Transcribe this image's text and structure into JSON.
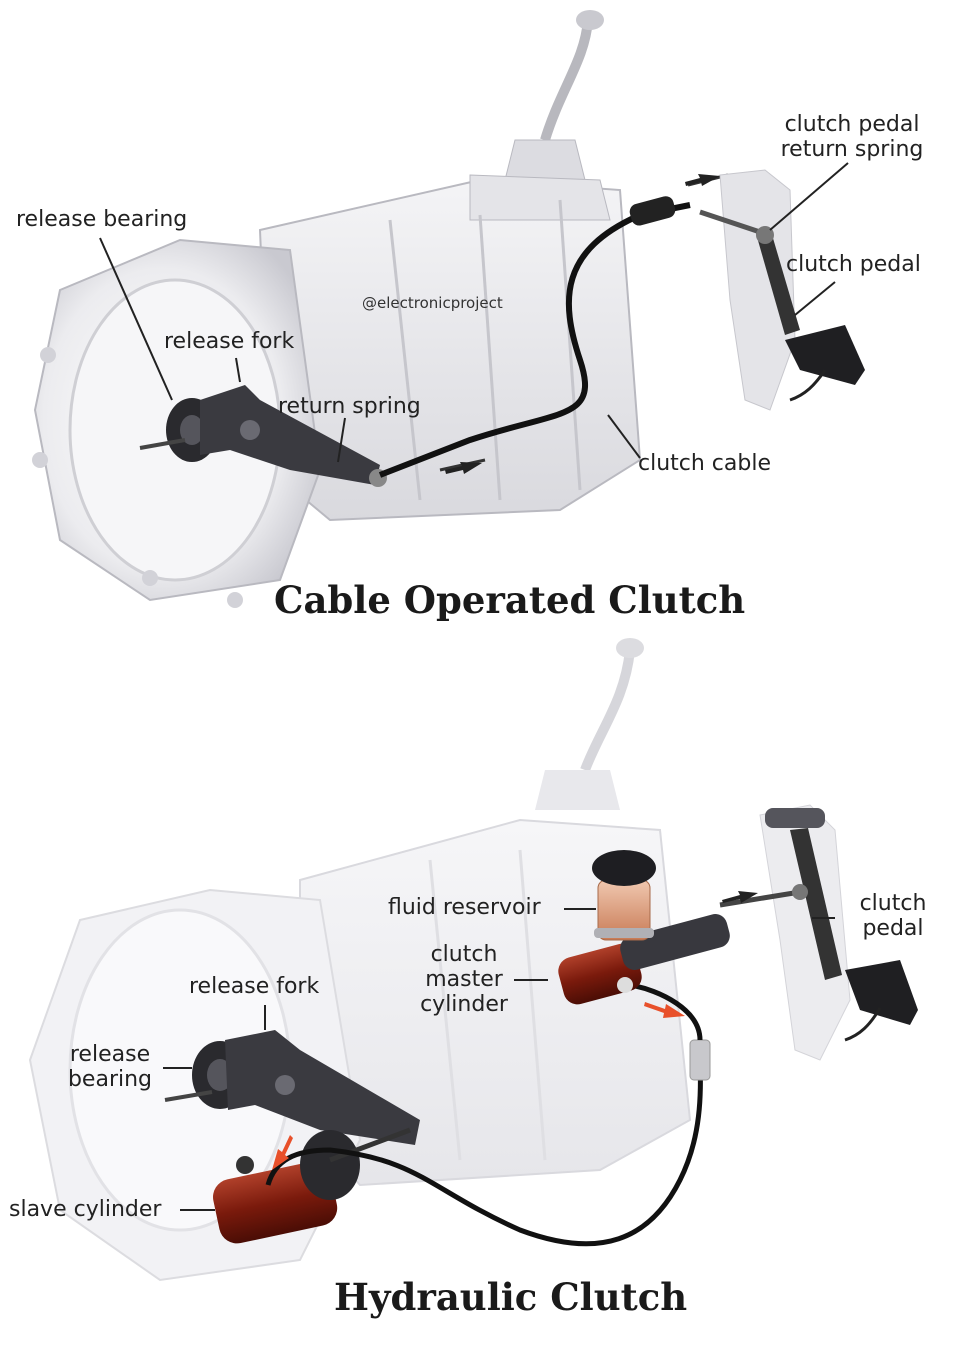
{
  "watermark": "@electronicproject",
  "cable": {
    "title": "Cable Operated Clutch",
    "labels": {
      "release_bearing": "release bearing",
      "release_fork": "release fork",
      "return_spring": "return spring",
      "clutch_pedal_return_spring_1": "clutch pedal",
      "clutch_pedal_return_spring_2": "return spring",
      "clutch_pedal": "clutch pedal",
      "clutch_cable": "clutch cable"
    }
  },
  "hydraulic": {
    "title": "Hydraulic Clutch",
    "labels": {
      "fluid_reservoir": "fluid reservoir",
      "clutch_master_cylinder_1": "clutch",
      "clutch_master_cylinder_2": "master",
      "clutch_master_cylinder_3": "cylinder",
      "clutch_pedal_1": "clutch",
      "clutch_pedal_2": "pedal",
      "release_fork": "release fork",
      "release_bearing_1": "release",
      "release_bearing_2": "bearing",
      "slave_cylinder": "slave cylinder"
    }
  },
  "colors": {
    "housing": "#e9e9ec",
    "housing_edge": "#b9b9c0",
    "dark_part": "#2a2a2e",
    "fluid_red": "#8a2415",
    "arrow_red": "#e8502a"
  }
}
